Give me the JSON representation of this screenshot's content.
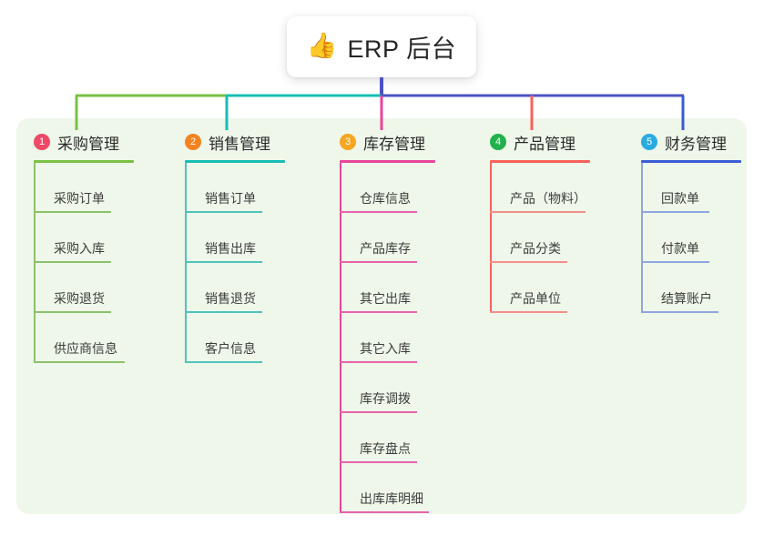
{
  "root": {
    "icon": "thumbs-up-icon",
    "icon_glyph": "👍",
    "title": "ERP 后台"
  },
  "colors": {
    "panel_bg": "#eef7e9",
    "page_bg": "#ffffff",
    "root_text": "#262626",
    "trunk": "#4b53c4",
    "column_accents": [
      "#7ac143",
      "#15bdb4",
      "#e8459b",
      "#f8615a",
      "#3b5bd6"
    ],
    "badge_colors": [
      "#ef4868",
      "#f58220",
      "#f5a623",
      "#22b14c",
      "#29abe2"
    ],
    "item_rule_colors": [
      "#8cc26b",
      "#4fc3bd",
      "#e862ac",
      "#f58e8a",
      "#8fa6e0"
    ],
    "spine_colors": [
      "#8cc26b",
      "#4fc3bd",
      "#e8459b",
      "#f8615a",
      "#8fa6e0"
    ]
  },
  "columns": [
    {
      "number": "1",
      "title": "采购管理",
      "items": [
        "采购订单",
        "采购入库",
        "采购退货",
        "供应商信息"
      ]
    },
    {
      "number": "2",
      "title": "销售管理",
      "items": [
        "销售订单",
        "销售出库",
        "销售退货",
        "客户信息"
      ]
    },
    {
      "number": "3",
      "title": "库存管理",
      "items": [
        "仓库信息",
        "产品库存",
        "其它出库",
        "其它入库",
        "库存调拨",
        "库存盘点",
        "出库库明细"
      ]
    },
    {
      "number": "4",
      "title": "产品管理",
      "items": [
        "产品（物料）",
        "产品分类",
        "产品单位"
      ]
    },
    {
      "number": "5",
      "title": "财务管理",
      "items": [
        "回款单",
        "付款单",
        "结算账户"
      ]
    }
  ]
}
